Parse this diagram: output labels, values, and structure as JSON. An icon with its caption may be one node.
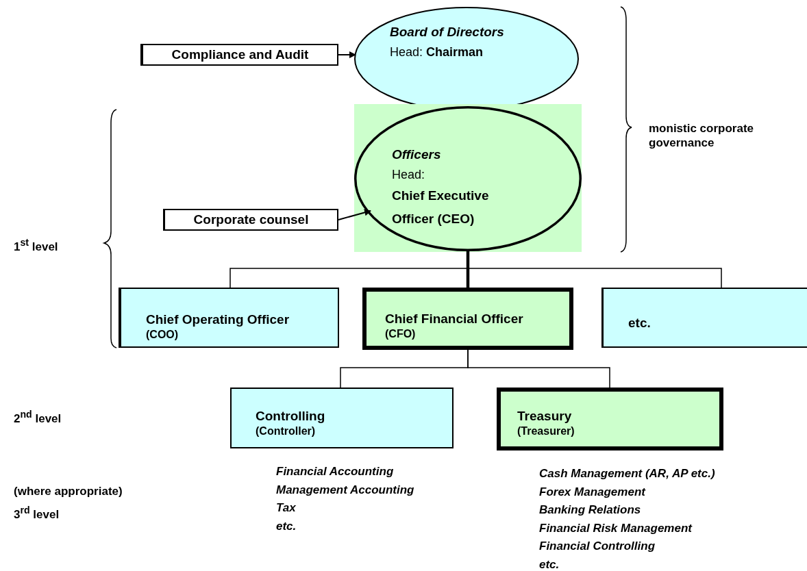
{
  "diagram": {
    "nodes": [
      {
        "text": [
          "Board of Directors",
          "Head: **Chairman**"
        ]
      },
      {
        "text": [
          "Compliance and Audit"
        ]
      },
      {
        "text": [],
        "shape": "box"
      },
      {
        "text": [
          "Officers",
          "Head:",
          "Chief Executive Officer (CEO)"
        ],
        "in": 2
      },
      {
        "text": [
          "Corporate counsel"
        ]
      },
      {
        "text": [
          "Chief Operating Officer",
          "(COO)"
        ]
      },
      {
        "text": [
          "Chief Financial Officer",
          "(CFO)"
        ]
      },
      {
        "text": [
          "etc."
        ]
      },
      {
        "text": [
          "Controlling",
          "(Controller)"
        ],
        "beside": [
          "Financial Accounting",
          "Management Accounting",
          "Tax",
          "etc."
        ]
      },
      {
        "text": [
          "Treasury",
          "(Treasurer)"
        ],
        "beside": [
          "Cash Management (AR, AP etc.)",
          "Forex Management",
          "Banking Relations",
          "Financial Risk Management",
          "Financial Controlling",
          "etc."
        ]
      }
    ],
    "edges": [
      {
        "from": 1,
        "to": 0,
        "arrow": "to"
      },
      {
        "from": 4,
        "to": 3,
        "arrow": "to"
      },
      {
        "from": 3,
        "to": 5,
        "arrow": "none"
      },
      {
        "from": 3,
        "to": 6,
        "arrow": "none",
        "style": "thick"
      },
      {
        "from": 3,
        "to": 7,
        "arrow": "none"
      },
      {
        "from": 6,
        "to": 8,
        "arrow": "none"
      },
      {
        "from": 6,
        "to": 9,
        "arrow": "none"
      }
    ],
    "labels": [
      "monistic corporate governance",
      "1$^{st}$ level",
      "2$^{nd}$ level",
      "(where appropriate)",
      "3$^{rd}$ level"
    ]
  }
}
